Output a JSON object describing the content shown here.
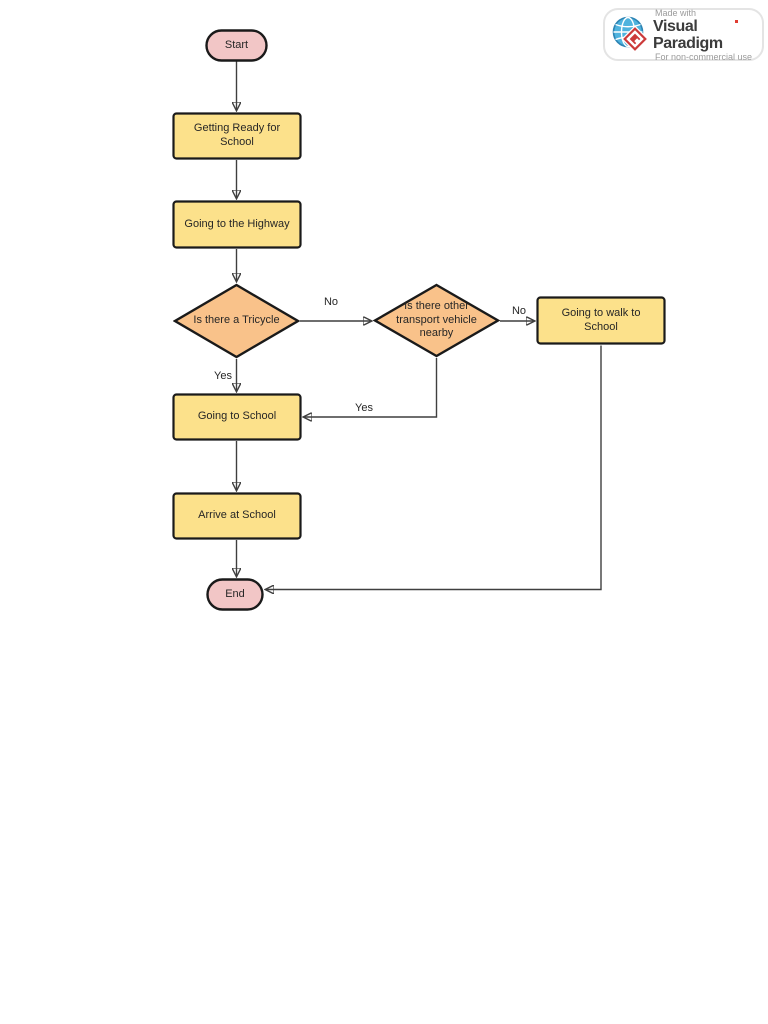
{
  "page": {
    "background": "#ffffff"
  },
  "colors": {
    "terminal_fill": "#f2c6c6",
    "process_fill": "#fce18b",
    "decision_fill": "#f9c28a",
    "shape_border": "#1a1a1a",
    "connector": "#3f3f3f",
    "badge_border": "#e4e4e4",
    "brand_dot": "#e03c31",
    "globe_blue": "#4fb3de"
  },
  "flowchart": {
    "nodes": [
      {
        "id": "start",
        "type": "terminator",
        "label": "Start"
      },
      {
        "id": "getting-ready",
        "type": "process",
        "label": "Getting Ready for School"
      },
      {
        "id": "going-highway",
        "type": "process",
        "label": "Going to the Highway"
      },
      {
        "id": "tricycle-decision",
        "type": "decision",
        "label": "Is there a Tricycle"
      },
      {
        "id": "other-transport-decision",
        "type": "decision",
        "label": "Is there other transport vehicle nearby"
      },
      {
        "id": "walk-school",
        "type": "process",
        "label": "Going to walk to School"
      },
      {
        "id": "going-school",
        "type": "process",
        "label": "Going to School"
      },
      {
        "id": "arrive-school",
        "type": "process",
        "label": "Arrive at School"
      },
      {
        "id": "end",
        "type": "terminator",
        "label": "End"
      }
    ],
    "edges": [
      {
        "from": "start",
        "to": "getting-ready",
        "label": ""
      },
      {
        "from": "getting-ready",
        "to": "going-highway",
        "label": ""
      },
      {
        "from": "going-highway",
        "to": "tricycle-decision",
        "label": ""
      },
      {
        "from": "tricycle-decision",
        "to": "other-transport-decision",
        "label": "No"
      },
      {
        "from": "tricycle-decision",
        "to": "going-school",
        "label": "Yes"
      },
      {
        "from": "other-transport-decision",
        "to": "walk-school",
        "label": "No"
      },
      {
        "from": "other-transport-decision",
        "to": "going-school",
        "label": "Yes"
      },
      {
        "from": "going-school",
        "to": "arrive-school",
        "label": ""
      },
      {
        "from": "arrive-school",
        "to": "end",
        "label": ""
      },
      {
        "from": "walk-school",
        "to": "end",
        "label": ""
      }
    ]
  },
  "watermark": {
    "made_with": "Made with",
    "brand": "Visual Paradigm",
    "license": "For non-commercial use"
  }
}
